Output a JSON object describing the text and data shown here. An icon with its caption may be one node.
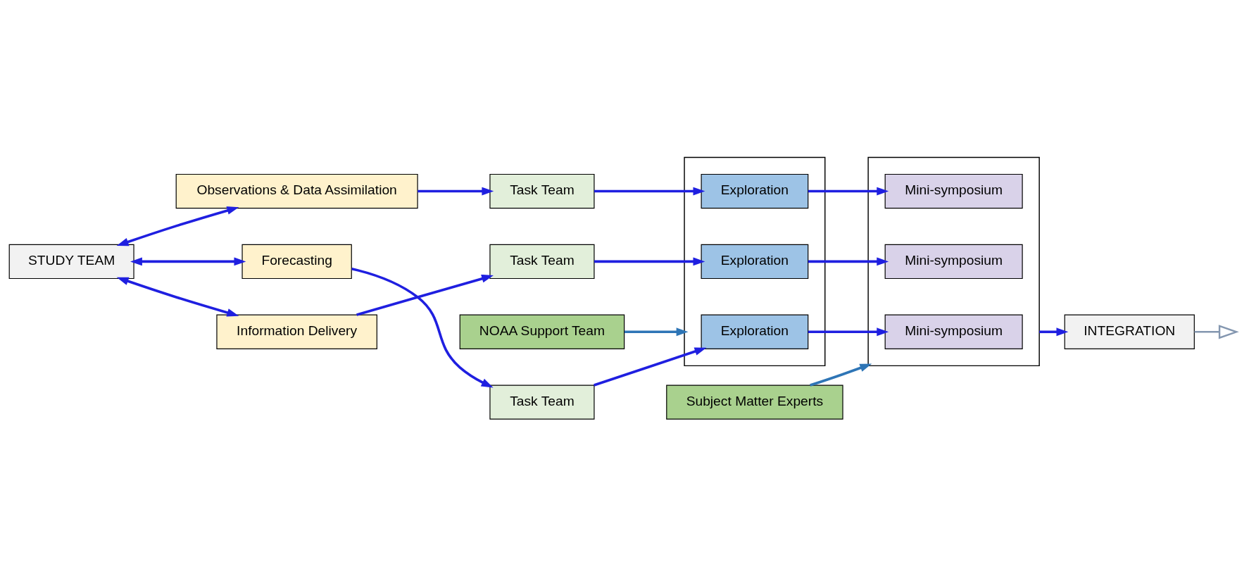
{
  "diagram": {
    "nodes": [
      {
        "text": [
          "STUDY TEAM"
        ]
      },
      {
        "text": [
          "Observations & Data Assimilation"
        ]
      },
      {
        "text": [
          "Forecasting"
        ]
      },
      {
        "text": [
          "Information Delivery"
        ]
      },
      {
        "text": [
          "Task Team"
        ]
      },
      {
        "text": [
          "Task Team"
        ]
      },
      {
        "text": [
          "Task Team"
        ]
      },
      {
        "text": [],
        "shape": "box"
      },
      {
        "text": [
          "Exploration"
        ],
        "in": 7
      },
      {
        "text": [
          "Exploration"
        ],
        "in": 7
      },
      {
        "text": [
          "Exploration"
        ],
        "in": 7
      },
      {
        "text": [],
        "shape": "box"
      },
      {
        "text": [
          "Mini-symposium"
        ],
        "in": 11
      },
      {
        "text": [
          "Mini-symposium"
        ],
        "in": 11
      },
      {
        "text": [
          "Mini-symposium"
        ],
        "in": 11
      },
      {
        "text": [
          "INTEGRATION"
        ]
      },
      {
        "text": [
          "NOAA Support Team"
        ]
      },
      {
        "text": [
          "Subject Matter Experts"
        ]
      }
    ],
    "edges": [
      {
        "from": 0,
        "to": 1,
        "arrow": "both"
      },
      {
        "from": 0,
        "to": 2,
        "arrow": "both"
      },
      {
        "from": 0,
        "to": 3,
        "arrow": "both"
      },
      {
        "from": 1,
        "to": 4,
        "arrow": "to"
      },
      {
        "from": 2,
        "to": 5,
        "arrow": "to"
      },
      {
        "from": 3,
        "to": 6,
        "arrow": "to"
      },
      {
        "from": 4,
        "to": 8,
        "arrow": "to"
      },
      {
        "from": 5,
        "to": 9,
        "arrow": "to"
      },
      {
        "from": 6,
        "to": 10,
        "arrow": "to"
      },
      {
        "from": 8,
        "to": 12,
        "arrow": "to"
      },
      {
        "from": 9,
        "to": 13,
        "arrow": "to"
      },
      {
        "from": 10,
        "to": 14,
        "arrow": "to"
      },
      {
        "from": 11,
        "to": 15,
        "arrow": "to"
      },
      {
        "from": 16,
        "to": 7,
        "arrow": "to",
        "color": "#2e75b6"
      },
      {
        "from": 17,
        "to": 11,
        "arrow": "to",
        "color": "#2e75b6"
      },
      {
        "from": 15,
        "to": null,
        "arrow": "to",
        "color": "#8497b0"
      }
    ]
  }
}
